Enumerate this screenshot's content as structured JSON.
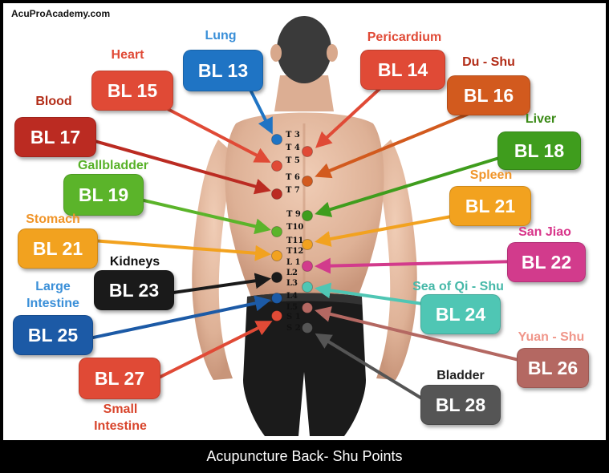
{
  "site": "AcuProAcademy.com",
  "footer": "Acupuncture Back- Shu Points",
  "vertebrae": [
    "T 3",
    "T 4",
    "T 5",
    "T 6",
    "T 7",
    "T 9",
    "T10",
    "T11",
    "T12",
    "L 1",
    "L2",
    "L3",
    "L4",
    "L5",
    "S 1",
    "S 2"
  ],
  "points": [
    {
      "code": "BL 13",
      "organ": "Lung",
      "color": "#1f74c4",
      "label_color": "#3a8fd8"
    },
    {
      "code": "BL 14",
      "organ": "Pericardium",
      "color": "#e04a36",
      "label_color": "#e04a36"
    },
    {
      "code": "BL 15",
      "organ": "Heart",
      "color": "#e04a36",
      "label_color": "#e04a36"
    },
    {
      "code": "BL 16",
      "organ": "Du - Shu",
      "color": "#d25a1e",
      "label_color": "#b22c17"
    },
    {
      "code": "BL 17",
      "organ": "Blood",
      "color": "#bb2b22",
      "label_color": "#b22c17"
    },
    {
      "code": "BL 18",
      "organ": "Liver",
      "color": "#3f9d1d",
      "label_color": "#3a8a16"
    },
    {
      "code": "BL 19",
      "organ": "Gallbladder",
      "color": "#5bb42a",
      "label_color": "#57b128"
    },
    {
      "code": "BL 21",
      "organ": "Spleen",
      "color": "#f2a21f",
      "label_color": "#f0952a"
    },
    {
      "code": "BL 21",
      "organ": "Stomach",
      "color": "#f2a21f",
      "label_color": "#f0952a"
    },
    {
      "code": "BL 22",
      "organ": "San Jiao",
      "color": "#d23b8c",
      "label_color": "#d8358a"
    },
    {
      "code": "BL 23",
      "organ": "Kidneys",
      "color": "#1a1a1a",
      "label_color": "#111111"
    },
    {
      "code": "BL 24",
      "organ": "Sea of Qi - Shu",
      "color": "#4fc6b4",
      "label_color": "#45b8a8"
    },
    {
      "code": "BL 25",
      "organ": "Large Intestine",
      "color": "#1c5aa6",
      "label_color": "#3a8fd8"
    },
    {
      "code": "BL 26",
      "organ": "Yuan - Shu",
      "color": "#b46862",
      "label_color": "#f0968a"
    },
    {
      "code": "BL 27",
      "organ": "Small Intestine",
      "color": "#e04a36",
      "label_color": "#d8452c"
    },
    {
      "code": "BL 28",
      "organ": "Bladder",
      "color": "#555555",
      "label_color": "#222222"
    }
  ]
}
